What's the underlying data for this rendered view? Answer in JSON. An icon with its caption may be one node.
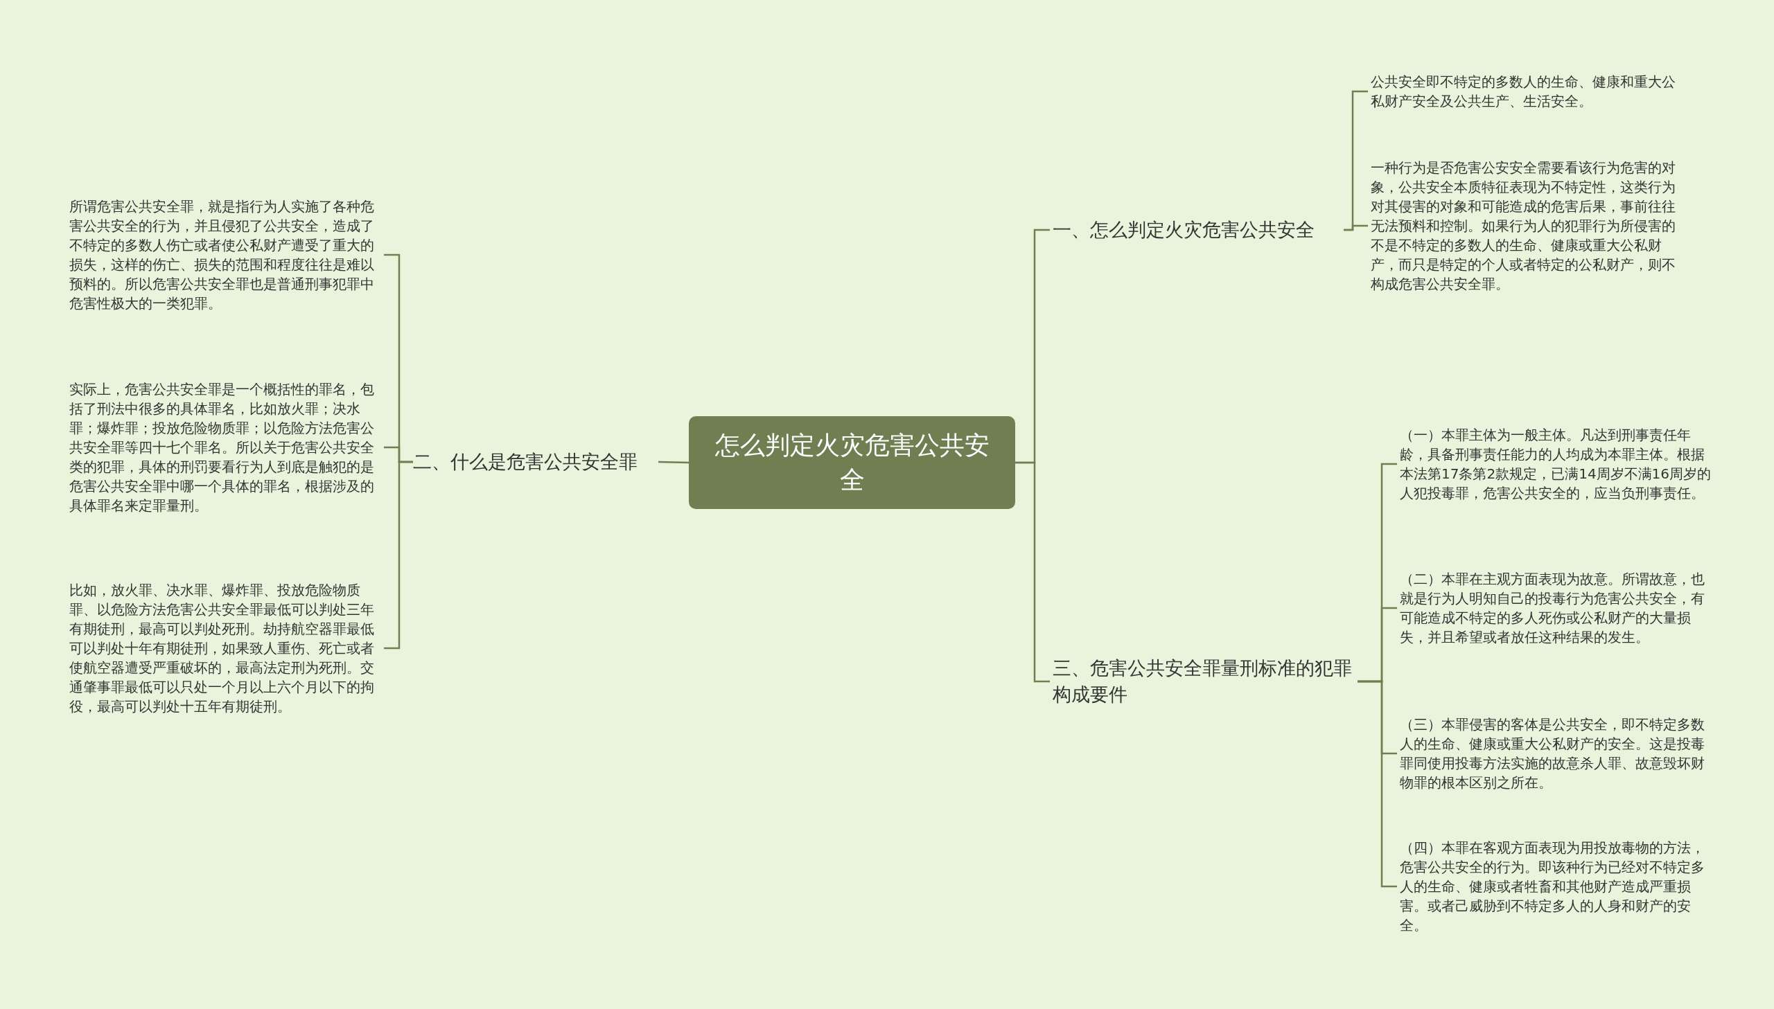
{
  "diagram": {
    "nodes": [
      {
        "text": [
          "怎么判定火灾危害公共安全"
        ]
      },
      {
        "text": [
          "一、怎么判定火灾危害公共安全"
        ]
      },
      {
        "text": [
          "公共安全即不特定的多数人的生命、健康和重大公私财产安全及公共生产、生活安全。"
        ]
      },
      {
        "text": [
          "一种行为是否危害公安安全需要看该行为危害的对象，公共安全本质特征表现为不特定性，这类行为对其侵害的对象和可能造成的危害后果，事前往往无法预料和控制。如果行为人的犯罪行为所侵害的不是不特定的多数人的生命、健康或重大公私财产，而只是特定的个人或者特定的公私财产，则不构成危害公共安全罪。"
        ]
      },
      {
        "text": [
          "二、什么是危害公共安全罪"
        ]
      },
      {
        "text": [
          "所谓危害公共安全罪，就是指行为人实施了各种危害公共安全的行为，并且侵犯了公共安全，造成了不特定的多数人伤亡或者使公私财产遭受了重大的损失，这样的伤亡、损失的范围和程度往往是难以预料的。所以危害公共安全罪也是普通刑事犯罪中危害性极大的一类犯罪。"
        ]
      },
      {
        "text": [
          "实际上，危害公共安全罪是一个概括性的罪名，包括了刑法中很多的具体罪名，比如放火罪；决水罪；爆炸罪；投放危险物质罪；以危险方法危害公共安全罪等四十七个罪名。所以关于危害公共安全类的犯罪，具体的刑罚要看行为人到底是触犯的是危害公共安全罪中哪一个具体的罪名，根据涉及的具体罪名来定罪量刑。"
        ]
      },
      {
        "text": [
          "比如，放火罪、决水罪、爆炸罪、投放危险物质罪、以危险方法危害公共安全罪最低可以判处三年有期徒刑，最高可以判处死刑。劫持航空器罪最低可以判处十年有期徒刑，如果致人重伤、死亡或者使航空器遭受严重破坏的，最高法定刑为死刑。交通肇事罪最低可以只处一个月以上六个月以下的拘役，最高可以判处十五年有期徒刑。"
        ]
      },
      {
        "text": [
          "三、危害公共安全罪量刑标准的犯罪构成要件"
        ]
      },
      {
        "text": [
          "（一）本罪主体为一般主体。凡达到刑事责任年龄，具备刑事责任能力的人均成为本罪主体。根据本法第17条第2款规定，已满14周岁不满16周岁的人犯投毒罪，危害公共安全的，应当负刑事责任。"
        ]
      },
      {
        "text": [
          "（二）本罪在主观方面表现为故意。所谓故意，也就是行为人明知自己的投毒行为危害公共安全，有可能造成不特定的多人死伤或公私财产的大量损失，并且希望或者放任这种结果的发生。"
        ]
      },
      {
        "text": [
          "（三）本罪侵害的客体是公共安全，即不特定多数人的生命、健康或重大公私财产的安全。这是投毒罪同使用投毒方法实施的故意杀人罪、故意毁坏财物罪的根本区别之所在。"
        ]
      },
      {
        "text": [
          "（四）本罪在客观方面表现为用投放毒物的方法，危害公共安全的行为。即该种行为已经对不特定多人的生命、健康或者牲畜和其他财产造成严重损害。或者己威胁到不特定多人的人身和财产的安全。"
        ]
      }
    ],
    "edges": [
      {
        "from": 0,
        "to": 1,
        "arrow": "none"
      },
      {
        "from": 1,
        "to": 2,
        "arrow": "none"
      },
      {
        "from": 1,
        "to": 3,
        "arrow": "none"
      },
      {
        "from": 0,
        "to": 4,
        "arrow": "none"
      },
      {
        "from": 4,
        "to": 5,
        "arrow": "none"
      },
      {
        "from": 4,
        "to": 6,
        "arrow": "none"
      },
      {
        "from": 4,
        "to": 7,
        "arrow": "none"
      },
      {
        "from": 0,
        "to": 8,
        "arrow": "none"
      },
      {
        "from": 8,
        "to": 9,
        "arrow": "none"
      },
      {
        "from": 8,
        "to": 10,
        "arrow": "none"
      },
      {
        "from": 8,
        "to": 11,
        "arrow": "none"
      },
      {
        "from": 8,
        "to": 12,
        "arrow": "none"
      }
    ]
  }
}
